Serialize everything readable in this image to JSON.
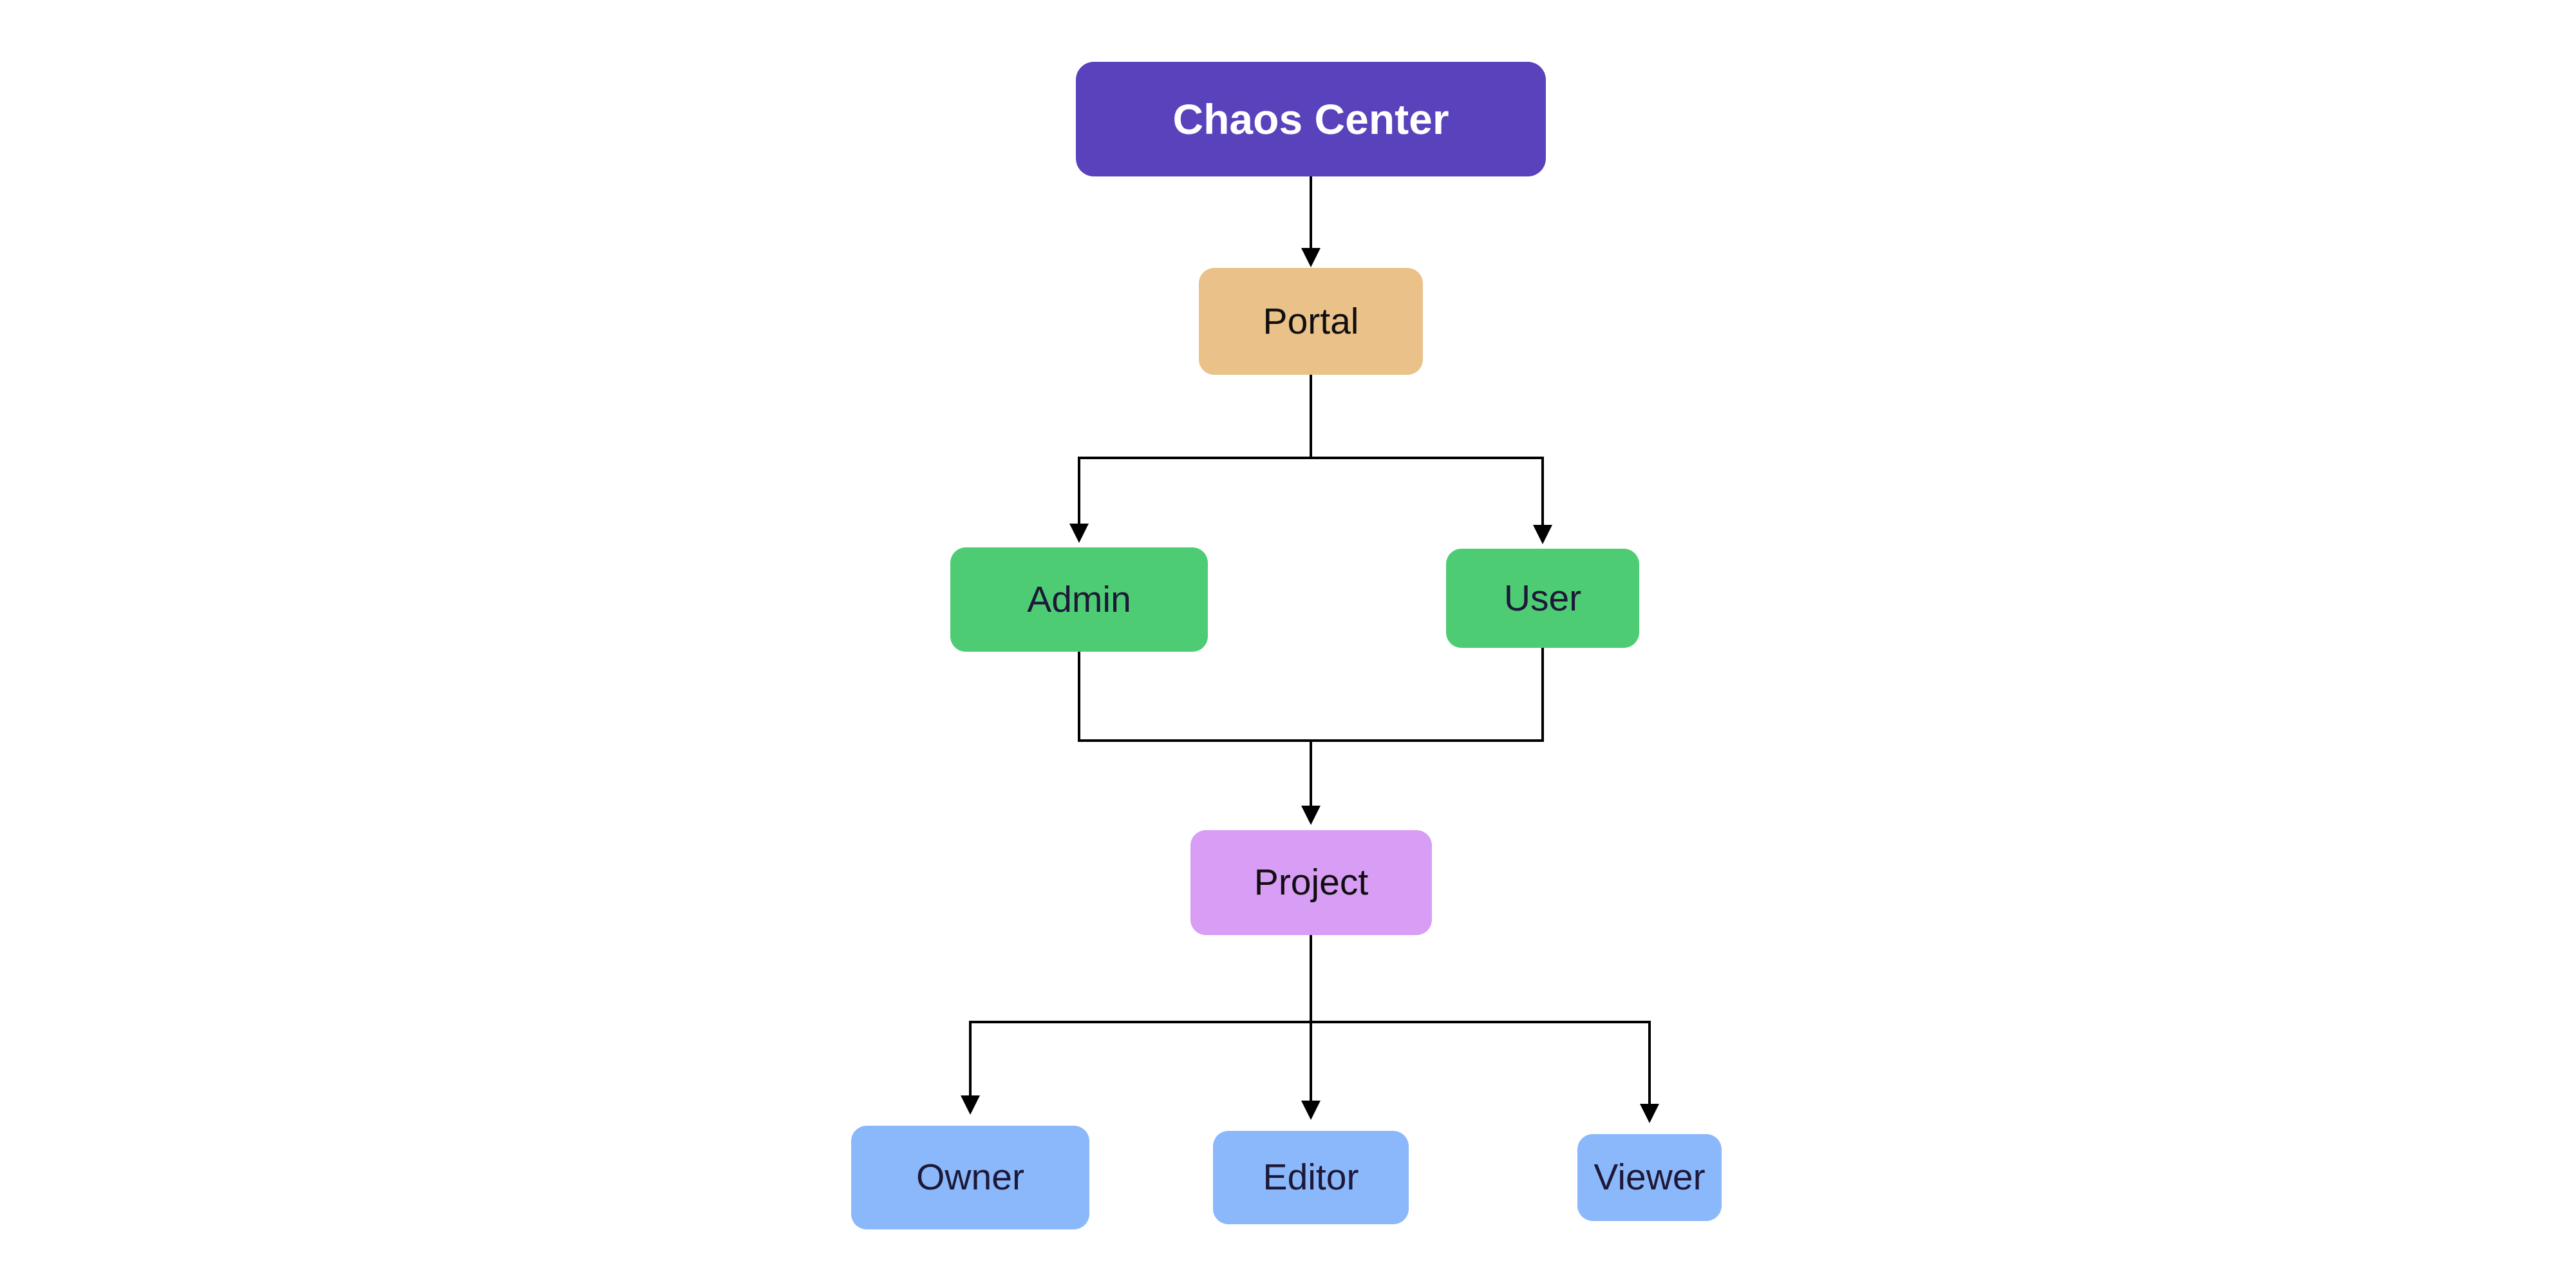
{
  "diagram": {
    "background": "#FFFFFF",
    "line_color": "#000000",
    "nodes": [
      {
        "id": "chaos-center",
        "label": "Chaos Center",
        "fill": "#5942BB",
        "text_color": "#FFFFFF"
      },
      {
        "id": "portal",
        "label": "Portal",
        "fill": "#E9C189",
        "text_color": "#0F0F0F"
      },
      {
        "id": "admin",
        "label": "Admin",
        "fill": "#4ECC74",
        "text_color": "#1E1838"
      },
      {
        "id": "user",
        "label": "User",
        "fill": "#4ECC74",
        "text_color": "#1E1838"
      },
      {
        "id": "project",
        "label": "Project",
        "fill": "#D89DF4",
        "text_color": "#0F0F0F"
      },
      {
        "id": "owner",
        "label": "Owner",
        "fill": "#8AB8FA",
        "text_color": "#1E1838"
      },
      {
        "id": "editor",
        "label": "Editor",
        "fill": "#8AB8FA",
        "text_color": "#1E1838"
      },
      {
        "id": "viewer",
        "label": "Viewer",
        "fill": "#8AB8FA",
        "text_color": "#1E1838"
      }
    ],
    "edges": [
      {
        "from": "Chaos Center",
        "to": "Portal",
        "arrow": true
      },
      {
        "from": "Portal",
        "to": "Admin",
        "arrow": true
      },
      {
        "from": "Portal",
        "to": "User",
        "arrow": true
      },
      {
        "from": "Admin",
        "to": "Project",
        "arrow": true
      },
      {
        "from": "User",
        "to": "Project",
        "arrow": true
      },
      {
        "from": "Project",
        "to": "Owner",
        "arrow": true
      },
      {
        "from": "Project",
        "to": "Editor",
        "arrow": true
      },
      {
        "from": "Project",
        "to": "Viewer",
        "arrow": true
      }
    ]
  }
}
